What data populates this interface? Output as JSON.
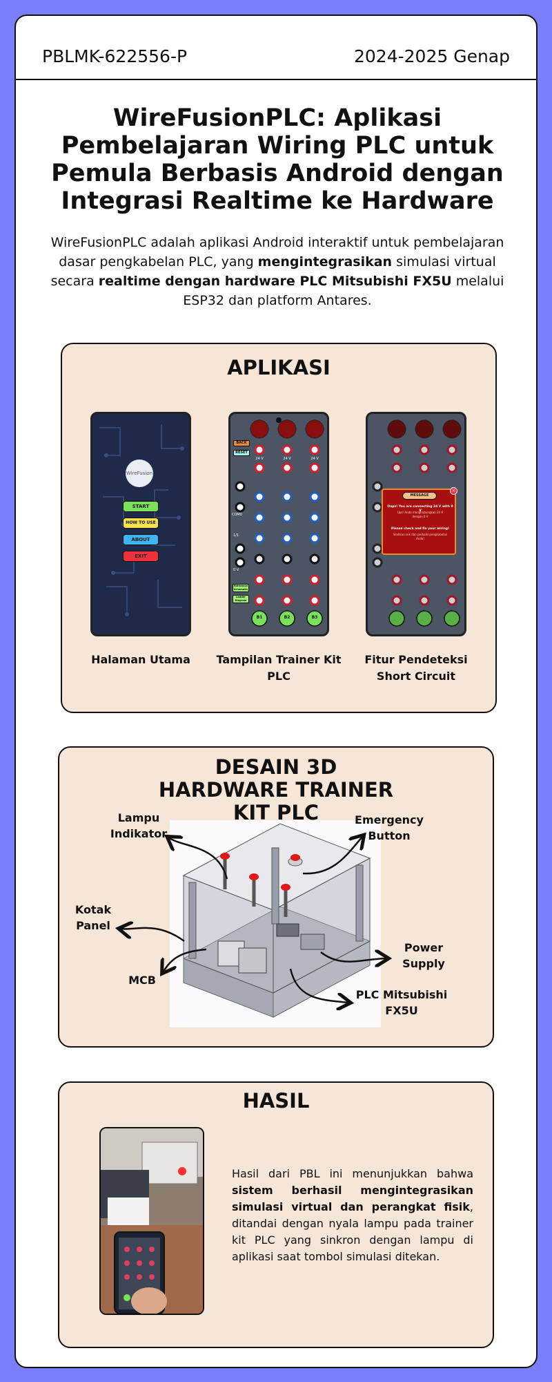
{
  "header": {
    "code": "PBLMK-622556-P",
    "term": "2024-2025 Genap"
  },
  "title": "WireFusionPLC: Aplikasi Pembelajaran Wiring PLC untuk Pemula Berbasis Android dengan Integrasi Realtime ke Hardware",
  "intro": {
    "p1": "WireFusionPLC adalah aplikasi Android interaktif untuk pembelajaran dasar pengkabelan PLC, yang ",
    "b1": "mengintegrasikan",
    "p2": " simulasi virtual secara ",
    "b2": "realtime dengan hardware PLC Mitsubishi FX5U",
    "p3": " melalui ESP32 dan platform Antares."
  },
  "aplikasi": {
    "title": "APLIKASI",
    "phone1": {
      "logo": "WireFusion",
      "buttons": [
        "START",
        "HOW TO USE",
        "ABOUT",
        "EXIT"
      ]
    },
    "phone2": {
      "back": "BACK",
      "reset": "RESET",
      "terminal_row": [
        "24 V",
        "24 V",
        "24 V"
      ],
      "side": [
        "COM0",
        "1/1",
        "0 V"
      ],
      "ref": "Reference Schematic",
      "ladder": "Ladder Diagram",
      "bottom": [
        "B1",
        "B2",
        "B3"
      ]
    },
    "phone3": {
      "msg_title": "MESSAGE",
      "msg_line1": "Oops! You are connecting 24 V with 0 V",
      "msg_line2": "Upz! Anda menghubungkan 24 V dengan 0 V",
      "msg_line3": "Please check and fix your wiring!",
      "msg_line4": "Silahkan cek dan perbaiki pengkabelan Anda!"
    },
    "captions": [
      "Halaman Utama",
      "Tampilan Trainer Kit PLC",
      "Fitur Pendeteksi Short Circuit"
    ],
    "colors": {
      "start": "#7be05a",
      "how": "#f3e04b",
      "about": "#3fb4f0",
      "exit": "#f0303a"
    }
  },
  "desain": {
    "title": "DESAIN 3D HARDWARE TRAINER KIT PLC",
    "labels": {
      "lampu": "Lampu Indikator",
      "emergency": "Emergency Button",
      "kotak": "Kotak Panel",
      "power": "Power Supply",
      "mcb": "MCB",
      "plc": "PLC Mitsubishi FX5U"
    }
  },
  "hasil": {
    "title": "HASIL",
    "t1": "Hasil dari PBL ini menunjukkan bahwa ",
    "b1": "sistem berhasil mengintegrasikan simulasi virtual dan perangkat fisik",
    "t2": ", ditandai dengan nyala lampu pada trainer kit PLC yang sinkron dengan lampu di aplikasi saat tombol simulasi ditekan."
  },
  "colors": {
    "background": "#7b7ef9",
    "section": "#f6e6d8",
    "border": "#111111"
  }
}
